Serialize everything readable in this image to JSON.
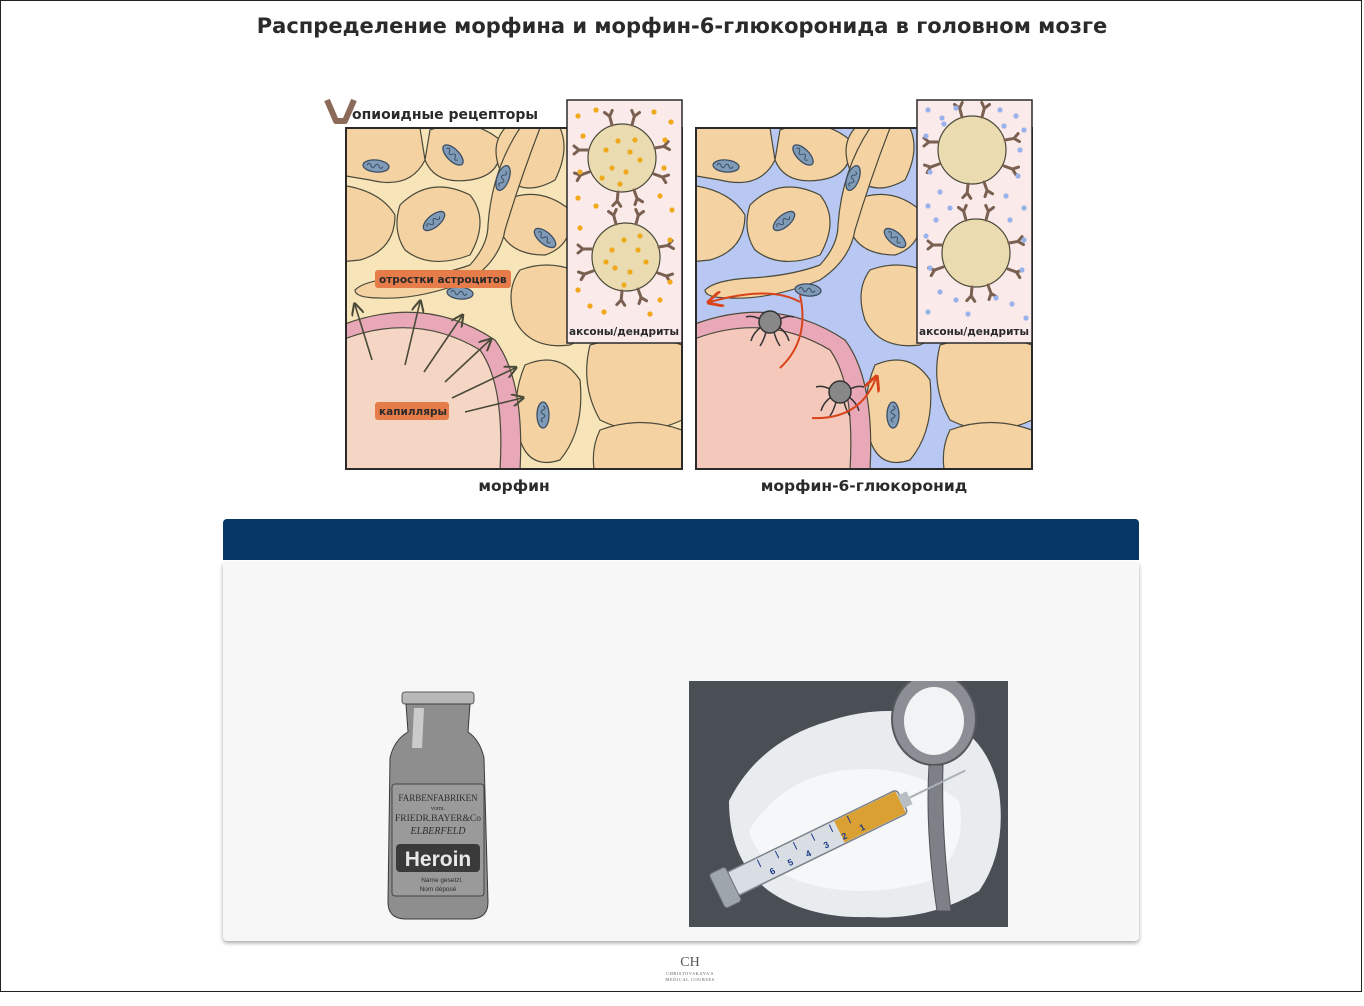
{
  "title": "Распределение морфина и морфин-6-глюкоронида в головном мозге",
  "legend": {
    "receptors_label": "опиоидные рецепторы"
  },
  "panels": {
    "left": {
      "caption": "морфин",
      "label_astrocytes": "отростки астроцитов",
      "label_capillaries": "капилляры",
      "inset_label": "аксоны/дендриты"
    },
    "right": {
      "caption": "морфин-6-глюкоронид",
      "inset_label": "аксоны/дендриты"
    }
  },
  "photos": {
    "bottle": {
      "lines": [
        "FARBENFABRIKEN",
        "vorm.",
        "FRIEDR.BAYER&Co",
        "ELBERFELD",
        "Heroin",
        "Name gesetzl.",
        "Nom déposé"
      ]
    },
    "syringe": {
      "scale": [
        "1",
        "2",
        "3",
        "4",
        "5",
        "6"
      ]
    }
  },
  "footer": {
    "monogram": "CH",
    "brand": "CHRISTOVSKAYA'S",
    "sub": "MEDICAL COURSES"
  },
  "colors": {
    "header_bar": "#063866",
    "tissue": "#f5d2a2",
    "astrocyte": "#f7e4b8",
    "extracellular_m6g": "#b8c8f2",
    "capillary_wall": "#e8a8b8",
    "label_bg": "#e57c4a",
    "morphine_dot": "#f0a91c",
    "m6g_dot": "#9ab2ec",
    "arrow_red": "#d9431a"
  }
}
